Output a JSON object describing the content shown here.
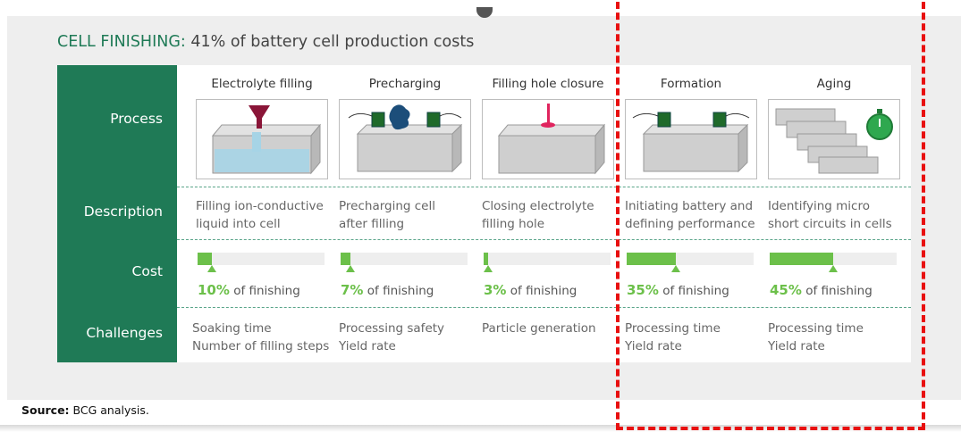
{
  "title": {
    "prefix": "CELL FINISHING:",
    "rest": " 41% of battery cell production costs"
  },
  "rows": {
    "process": "Process",
    "description": "Description",
    "cost": "Cost",
    "challenges": "Challenges"
  },
  "columns": [
    {
      "name": "Electrolyte filling",
      "description": "Filling ion-conductive\nliquid into cell",
      "cost_pct": "10%",
      "cost_value": 10,
      "cost_suffix": " of finishing",
      "challenges": "Soaking time\nNumber of filling steps"
    },
    {
      "name": "Precharging",
      "description": "Precharging cell\nafter filling",
      "cost_pct": "7%",
      "cost_value": 7,
      "cost_suffix": " of finishing",
      "challenges": "Processing safety\nYield rate"
    },
    {
      "name": "Filling hole closure",
      "description": "Closing electrolyte\nfilling hole",
      "cost_pct": "3%",
      "cost_value": 3,
      "cost_suffix": " of finishing",
      "challenges": "Particle generation"
    },
    {
      "name": "Formation",
      "description": "Initiating battery and\ndefining performance",
      "cost_pct": "35%",
      "cost_value": 35,
      "cost_suffix": " of finishing",
      "challenges": "Processing time\nYield rate"
    },
    {
      "name": "Aging",
      "description": "Identifying micro\nshort circuits in cells",
      "cost_pct": "45%",
      "cost_value": 45,
      "cost_suffix": " of finishing",
      "challenges": "Processing time\nYield rate"
    }
  ],
  "source": {
    "label": "Source:",
    "text": " BCG analysis."
  },
  "colors": {
    "brand_green": "#1f7a56",
    "bar_green": "#6cc04a",
    "highlight_red": "#e81010"
  }
}
